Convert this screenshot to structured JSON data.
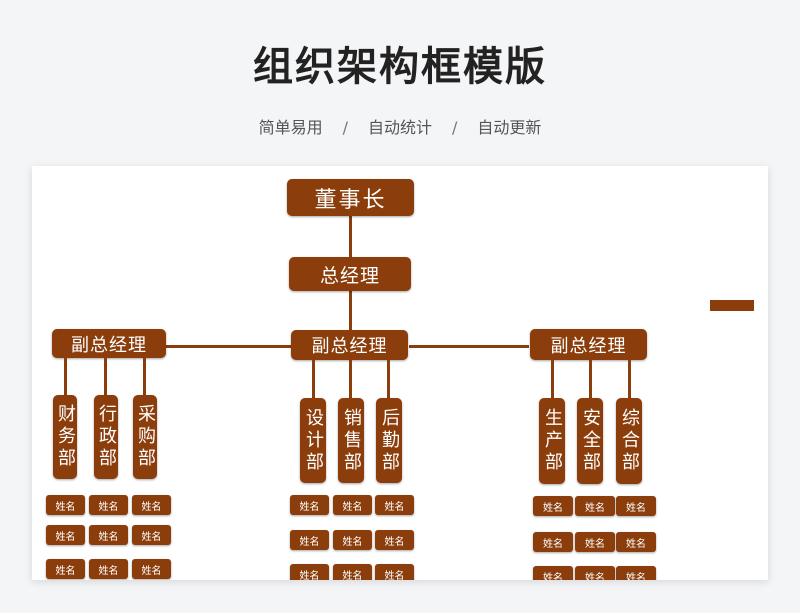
{
  "header": {
    "title": "组织架构框模版",
    "subtitle": [
      "简单易用",
      "自动统计",
      "自动更新"
    ],
    "separator": "/"
  },
  "org": {
    "chairman": "董事长",
    "gm": "总经理",
    "vps": [
      {
        "label": "副总经理",
        "departments": [
          "财务部",
          "行政部",
          "采购部"
        ]
      },
      {
        "label": "副总经理",
        "departments": [
          "设计部",
          "销售部",
          "后勤部"
        ]
      },
      {
        "label": "副总经理",
        "departments": [
          "生产部",
          "安全部",
          "综合部"
        ]
      }
    ],
    "staff_label": "姓名"
  },
  "colors": {
    "box": "#8b3d0c",
    "line": "#8b3d0c",
    "background": "#f4f5f7"
  }
}
